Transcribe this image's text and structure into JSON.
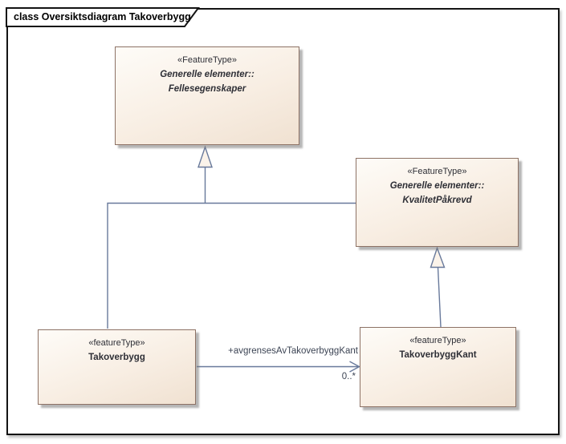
{
  "frame": {
    "title": "class Oversiktsdiagram Takoverbygg"
  },
  "classes": [
    {
      "stereotype": "«FeatureType»",
      "name1": "Generelle elementer::",
      "name2": "Fellesegenskaper"
    },
    {
      "stereotype": "«FeatureType»",
      "name1": "Generelle elementer::",
      "name2": "KvalitetPåkrevd"
    },
    {
      "stereotype": "«featureType»",
      "name1": "Takoverbygg"
    },
    {
      "stereotype": "«featureType»",
      "name1": "TakoverbyggKant"
    }
  ],
  "association": {
    "name": "+avgrensesAvTakoverbyggKant",
    "multiplicity": "0..*"
  },
  "relations": [
    {
      "type": "generalization",
      "from": "Takoverbygg",
      "to": "Generelle elementer::Fellesegenskaper"
    },
    {
      "type": "generalization",
      "from": "Generelle elementer::KvalitetPåkrevd",
      "to": "Generelle elementer::Fellesegenskaper"
    },
    {
      "type": "generalization",
      "from": "TakoverbyggKant",
      "to": "Generelle elementer::KvalitetPåkrevd"
    },
    {
      "type": "association",
      "from": "Takoverbygg",
      "to": "TakoverbyggKant",
      "role": "+avgrensesAvTakoverbyggKant",
      "multiplicity": "0..*"
    }
  ],
  "colors": {
    "frame_border": "#141414",
    "box_border": "#8D7265",
    "box_fill_light": "#FEFCF8",
    "box_fill_dark": "#F0E1D1",
    "connector": "#68799B",
    "text": "#2E2F36"
  }
}
